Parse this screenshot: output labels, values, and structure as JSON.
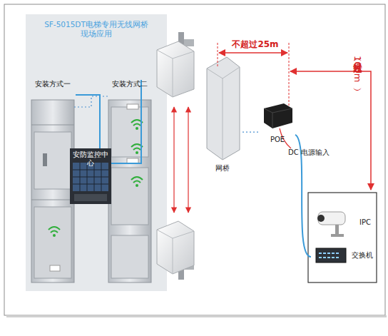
{
  "diagram": {
    "title": "SF-5015DT电梯专用无线网桥 现场应用",
    "nodes": [
      {
        "text": [
          "安装方式一"
        ]
      },
      {
        "text": [
          "安防监控中心"
        ]
      },
      {
        "text": [
          "安装方式二"
        ]
      },
      {
        "text": [
          "网桥"
        ]
      },
      {
        "text": [
          "POE"
        ]
      },
      {
        "text": [
          "IPC"
        ]
      },
      {
        "text": [
          "交换机"
        ]
      }
    ],
    "edges": [
      {
        "from": 0,
        "to": 1,
        "arrow": "none"
      },
      {
        "from": 1,
        "to": 2,
        "arrow": "none"
      },
      {
        "from": 3,
        "to": 4,
        "arrow": "none"
      },
      {
        "from": 4,
        "to": 6,
        "arrow": "none"
      }
    ],
    "labels": [
      "不超过25m",
      "光纤（超过100m）",
      "DC 电源输入"
    ]
  }
}
